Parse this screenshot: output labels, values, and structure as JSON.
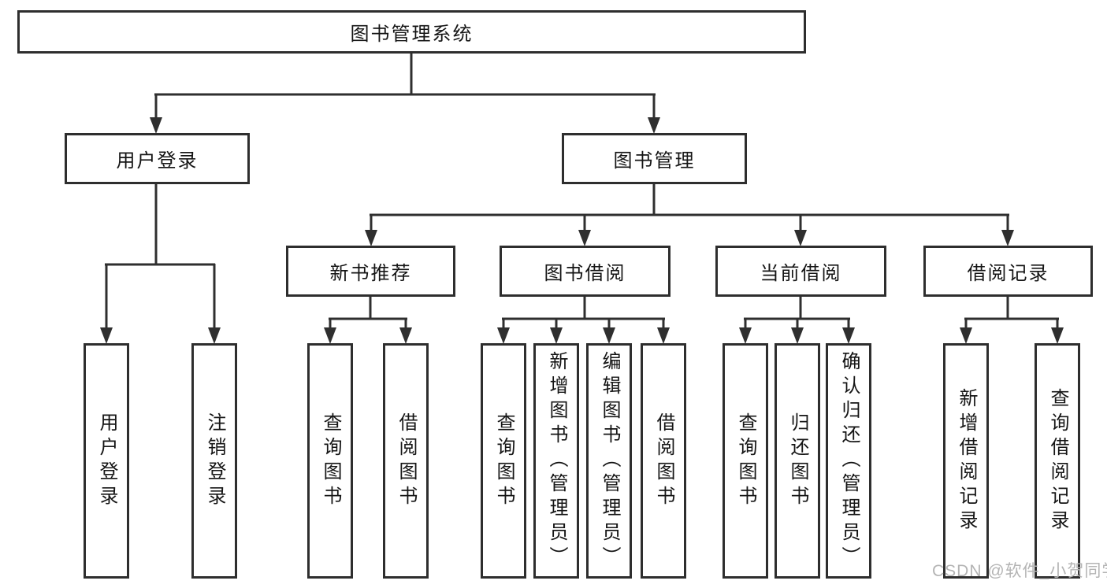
{
  "tree": {
    "root": {
      "label": "图书管理系统",
      "children": [
        {
          "label": "用户登录",
          "children": [
            {
              "label": "用户登录"
            },
            {
              "label": "注销登录"
            }
          ]
        },
        {
          "label": "图书管理",
          "children": [
            {
              "label": "新书推荐",
              "children": [
                {
                  "label": "查询图书"
                },
                {
                  "label": "借阅图书"
                }
              ]
            },
            {
              "label": "图书借阅",
              "children": [
                {
                  "label": "查询图书"
                },
                {
                  "label": "新增图书（管理员）"
                },
                {
                  "label": "编辑图书（管理员）"
                },
                {
                  "label": "借阅图书"
                }
              ]
            },
            {
              "label": "当前借阅",
              "children": [
                {
                  "label": "查询图书"
                },
                {
                  "label": "归还图书"
                },
                {
                  "label": "确认归还（管理员）"
                }
              ]
            },
            {
              "label": "借阅记录",
              "children": [
                {
                  "label": "新增借阅记录"
                },
                {
                  "label": "查询借阅记录"
                }
              ]
            }
          ]
        }
      ]
    }
  },
  "watermark": {
    "text": "CSDN @软件_小贺同学"
  },
  "colors": {
    "line": "#2f2f2f",
    "box_border": "#2e2e2e",
    "text": "#151515",
    "watermark": "#b4b4b4",
    "background": "#ffffff"
  }
}
